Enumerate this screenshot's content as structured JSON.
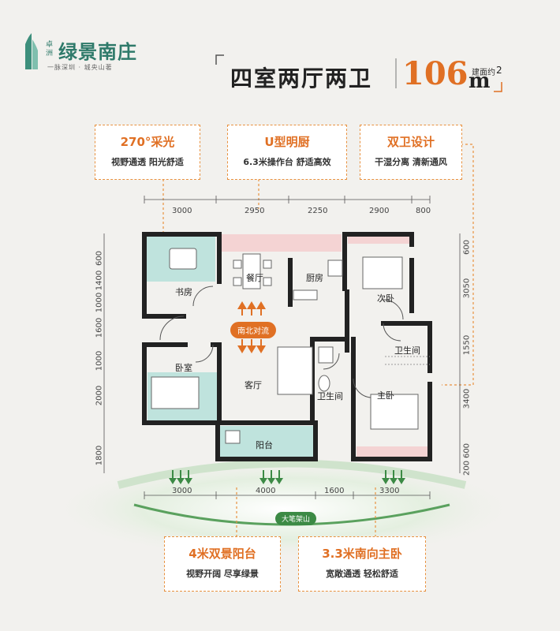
{
  "logo": {
    "small": "卓洲",
    "name": "绿景南庄",
    "slogan": "一脉深圳 · 城央山著"
  },
  "title": {
    "main": "四室两厅两卫",
    "area_number": "106",
    "area_label": "建面约",
    "unit": "m",
    "unit_sup": "2"
  },
  "features": {
    "light": {
      "heading": "270°采光",
      "sub": "视野通透 阳光舒适"
    },
    "kitchen": {
      "heading": "U型明厨",
      "sub": "6.3米操作台 舒适高效"
    },
    "bath": {
      "heading": "双卫设计",
      "sub": "干湿分离 清新通风"
    },
    "balcony": {
      "heading": "4米双景阳台",
      "sub": "视野开阔 尽享绿景"
    },
    "master": {
      "heading": "3.3米南向主卧",
      "sub": "宽敞通透 轻松舒适"
    }
  },
  "dims": {
    "top": [
      "3000",
      "2950",
      "2250",
      "2900",
      "800"
    ],
    "bottom": [
      "3000",
      "4000",
      "1600",
      "3300"
    ],
    "left": [
      "600",
      "1400",
      "1000",
      "1600",
      "1000",
      "2000",
      "1800"
    ],
    "right": [
      "600",
      "3050",
      "1550",
      "3400",
      "600",
      "200"
    ]
  },
  "rooms": {
    "study": "书房",
    "dining": "餐厅",
    "kitchen": "厨房",
    "second_bed": "次卧",
    "bath1": "卫生间",
    "bedroom": "卧室",
    "living": "客厅",
    "bath2": "卫生间",
    "master": "主卧",
    "balcony": "阳台"
  },
  "badge": "南北对流",
  "mountain": "大笔架山",
  "colors": {
    "accent": "#e07024",
    "brand": "#2f7a6a",
    "wall": "#222222",
    "teal": "#bfe3dd",
    "pink": "#f4d3d3"
  }
}
